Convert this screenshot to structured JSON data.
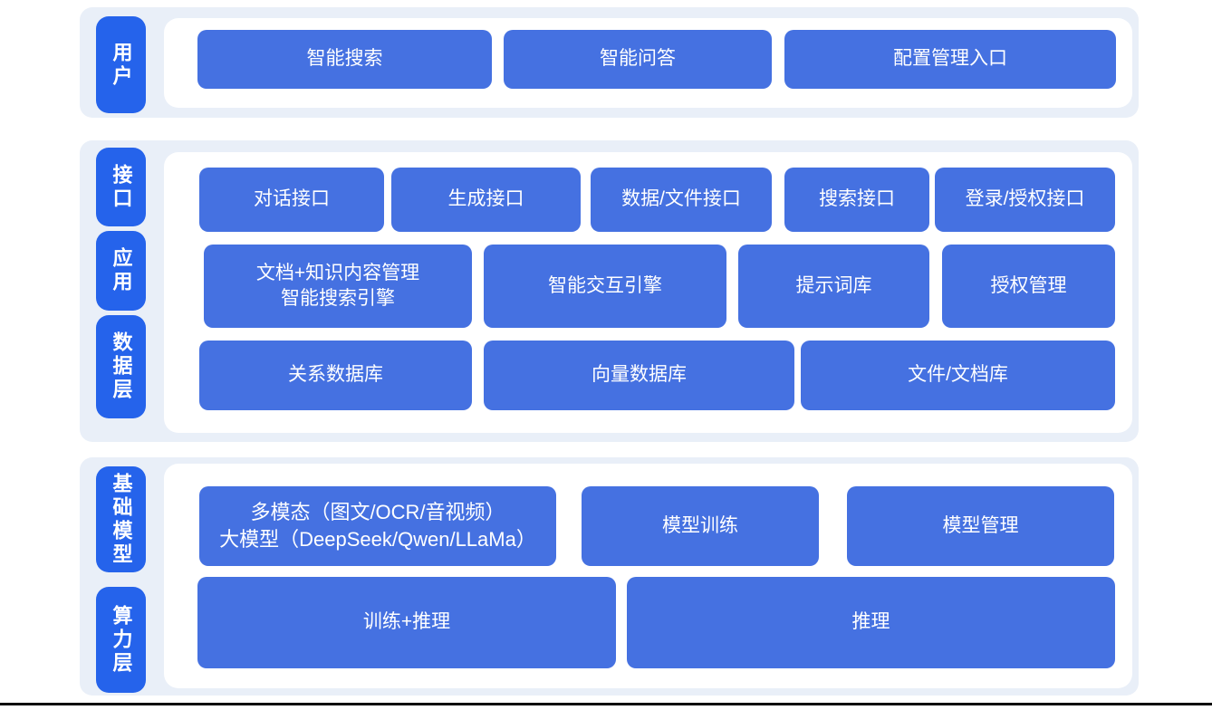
{
  "colors": {
    "pill_blue": "#2563eb",
    "box_blue": "#4571e1",
    "section_bg": "#e9eff8",
    "panel_bg": "#ffffff",
    "text": "#ffffff",
    "bottom_line": "#0a0a0a"
  },
  "diagram": {
    "user_layer": {
      "label": "用户",
      "buttons": [
        "智能搜索",
        "智能问答",
        "配置管理入口"
      ]
    },
    "middle": {
      "labels": {
        "interface": "接口",
        "application": "应用",
        "data_layer": "数据层"
      },
      "interface_row": [
        "对话接口",
        "生成接口",
        "数据/文件接口",
        "搜索接口",
        "登录/授权接口"
      ],
      "application_row": {
        "doc_engine_line1": "文档+知识内容管理",
        "doc_engine_line2": "智能搜索引擎",
        "items": [
          "智能交互引擎",
          "提示词库",
          "授权管理"
        ]
      },
      "data_row": [
        "关系数据库",
        "向量数据库",
        "文件/文档库"
      ]
    },
    "bottom": {
      "labels": {
        "base_model": "基础模型",
        "compute_layer": "算力层"
      },
      "model_row": {
        "llm_line1": "多模态（图文/OCR/音视频）",
        "llm_line2": "大模型（DeepSeek/Qwen/LLaMa）",
        "items": [
          "模型训练",
          "模型管理"
        ]
      },
      "compute_row": [
        "训练+推理",
        "推理"
      ]
    }
  }
}
